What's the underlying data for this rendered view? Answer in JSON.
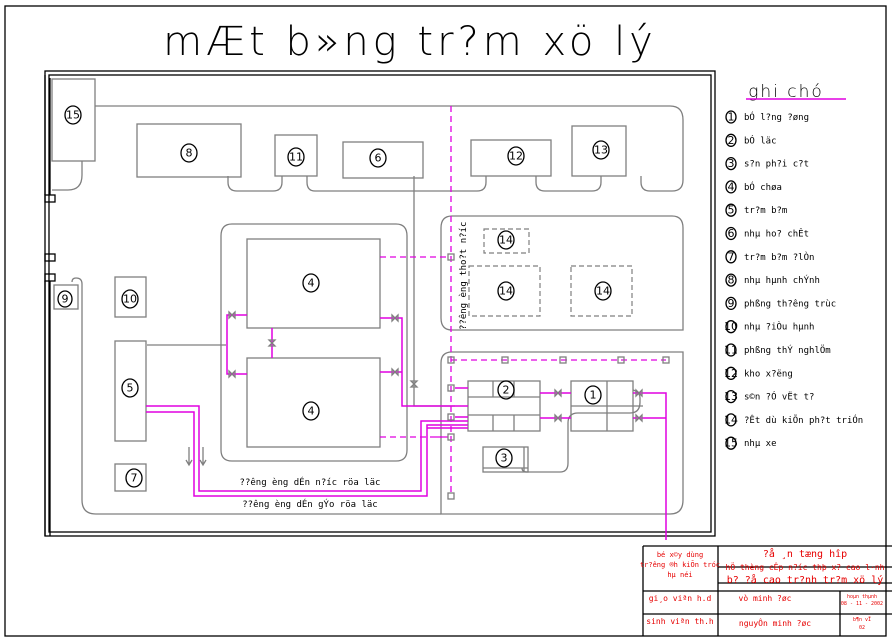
{
  "drawing": {
    "title": "mÆt b»ng tr?m xö lý",
    "legend_title": "ghi chó",
    "legend": [
      {
        "num": "1",
        "label": "bÓ l?ng ?øng"
      },
      {
        "num": "2",
        "label": "bÓ läc"
      },
      {
        "num": "3",
        "label": "s?n ph?i c?t"
      },
      {
        "num": "4",
        "label": "bÓ chøa"
      },
      {
        "num": "5",
        "label": "tr?m b?m"
      },
      {
        "num": "6",
        "label": "nhµ ho? chÊt"
      },
      {
        "num": "7",
        "label": "tr?m b?m ?lÒn"
      },
      {
        "num": "8",
        "label": "nhµ hµnh chÝnh"
      },
      {
        "num": "9",
        "label": "phßng th?êng trùc"
      },
      {
        "num": "10",
        "label": "nhµ ?iÒu hµnh"
      },
      {
        "num": "11",
        "label": "phßng thÝ nghlÖm"
      },
      {
        "num": "12",
        "label": "kho x?ëng"
      },
      {
        "num": "13",
        "label": "s©n ?Ó vËt t?"
      },
      {
        "num": "14",
        "label": "?Êt dù kiÕn ph?t triÓn"
      },
      {
        "num": "15",
        "label": "nhµ xe"
      }
    ],
    "plan_labels": {
      "b1": "1",
      "b2": "2",
      "b3": "3",
      "b4a": "4",
      "b4b": "4",
      "b5": "5",
      "b6": "6",
      "b7": "7",
      "b8": "8",
      "b9": "9",
      "b10": "10",
      "b11": "11",
      "b12": "12",
      "b13": "13",
      "b14a": "14",
      "b14b": "14",
      "b14c": "14",
      "b15": "15"
    },
    "pipe_labels": {
      "drain": "??êng èng tho?t n?íc",
      "wash_water": "??êng èng dÉn n?íc röa läc",
      "wash_air": "??êng èng dÉn gÝo röa läc"
    }
  },
  "title_block": {
    "department": [
      "bé x©y dùng",
      "tr?êng ®h kiÕn tróc",
      "hµ néi"
    ],
    "project_type": "?å ¸n tæng hîp",
    "project_name": "hÖ thèng cÊp n?íc thþ x? cao l·nh",
    "sheet_title": "b? ?å cao tr?nh tr?m xö lý",
    "teacher_label": "gi¸o viªn h.d",
    "teacher_name": "vò minh ?øc",
    "student_label": "sinh viªn th.h",
    "student_name": "nguyÔn minh ?øc",
    "date_label": "hoµn thµnh",
    "date_value": "08 - 11 - 2002",
    "sheet_label": "b¶n vÏ",
    "sheet_value": "02"
  },
  "colors": {
    "outline": "#000000",
    "building": "#7f7f7f",
    "pipe": "#e100e1",
    "title_block": "#e60000"
  }
}
